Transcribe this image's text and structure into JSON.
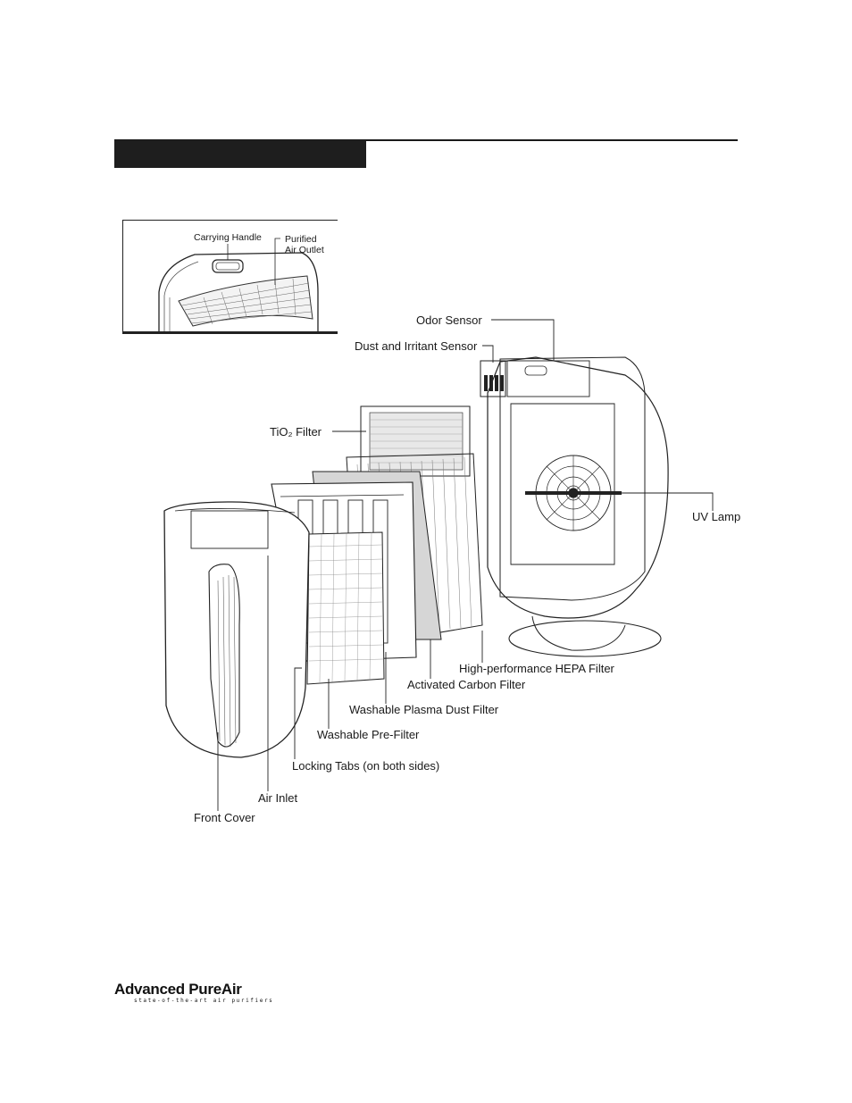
{
  "inset": {
    "carrying_handle": "Carrying Handle",
    "purified_air_outlet_line1": "Purified",
    "purified_air_outlet_line2": "Air Outlet"
  },
  "labels": {
    "odor_sensor": "Odor Sensor",
    "dust_sensor": "Dust and Irritant Sensor",
    "tio2_filter": "TiO₂ Filter",
    "uv_lamp": "UV Lamp",
    "hepa_filter": "High-performance HEPA Filter",
    "carbon_filter": "Activated Carbon Filter",
    "plasma_filter": "Washable Plasma Dust Filter",
    "pre_filter": "Washable Pre-Filter",
    "locking_tabs": "Locking Tabs (on both sides)",
    "air_inlet": "Air Inlet",
    "front_cover": "Front Cover"
  },
  "logo": {
    "brand": "Advanced PureAir",
    "tagline": "state-of-the-art air purifiers"
  },
  "colors": {
    "ink": "#1a1a1a",
    "header_bar": "#1e1e1e"
  }
}
